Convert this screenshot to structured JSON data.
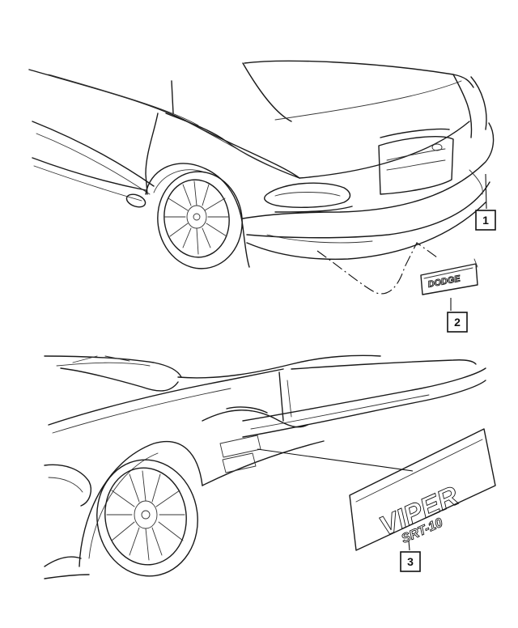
{
  "callouts": [
    {
      "id": "1",
      "label": "1"
    },
    {
      "id": "2",
      "label": "2"
    },
    {
      "id": "3",
      "label": "3"
    }
  ],
  "emblems": {
    "rear_badge_text": "DODGE",
    "side_decal_line1": "VIPER",
    "side_decal_line2": "SRT-10"
  },
  "colors": {
    "line": "#1a1a1a",
    "background": "#ffffff"
  }
}
